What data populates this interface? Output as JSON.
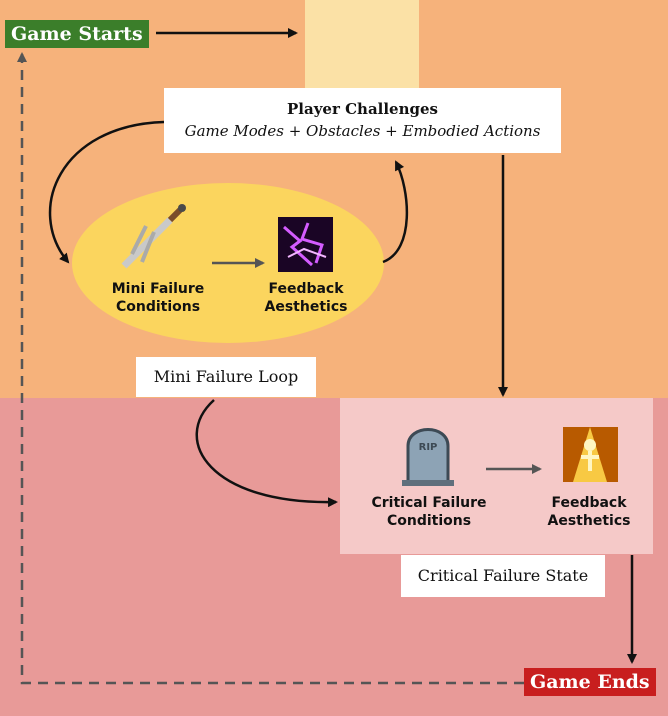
{
  "start": {
    "label": "Game Starts"
  },
  "end": {
    "label": "Game Ends"
  },
  "challenges": {
    "title": "Player Challenges",
    "subtitle": "Game Modes + Obstacles + Embodied Actions"
  },
  "mini_loop": {
    "label": "Mini Failure Loop",
    "conditions": "Mini Failure\nConditions",
    "feedback": "Feedback\nAesthetics"
  },
  "critical_state": {
    "label": "Critical Failure State",
    "conditions": "Critical Failure\nConditions",
    "feedback": "Feedback\nAesthetics"
  },
  "icons": {
    "trophy": "fist-shield-emblem-icon",
    "mini_conditions": "daggers-icon",
    "mini_feedback": "purple-lightning-icon",
    "critical_conditions": "rip-tombstone-icon",
    "critical_feedback": "golden-light-beam-icon"
  },
  "colors": {
    "top_background": "#f6b27b",
    "bottom_background": "#e89a98",
    "start_green": "#3b7e2a",
    "end_red": "#c81e1e",
    "loop_yellow": "#fbd55e"
  }
}
